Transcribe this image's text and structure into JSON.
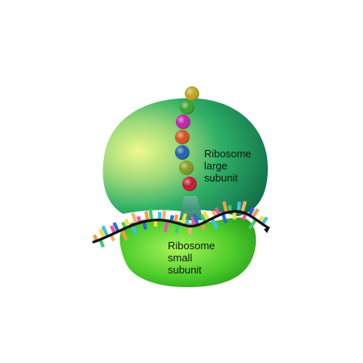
{
  "diagram": {
    "large_subunit_label": [
      "Ribosome",
      "large",
      "subunit"
    ],
    "small_subunit_label": [
      "Ribosome",
      "small",
      "subunit"
    ]
  },
  "colors": {
    "large_subunit_light": "#e9f98a",
    "large_subunit_mid": "#26b062",
    "large_subunit_dark": "#0d6b4a",
    "small_subunit_light": "#9af04a",
    "small_subunit_dark": "#27a21c",
    "tunnel": "#2a9a7a",
    "mrna_strand": "#111111",
    "amino_acid_beads": [
      "#b8a51e",
      "#36a02a",
      "#c01fa8",
      "#d1501a",
      "#1e5fa8",
      "#7e9a1e",
      "#c0162e"
    ],
    "codon_ticks": [
      "#f29a4a",
      "#3ec0e8",
      "#2b6ad8",
      "#f2e03a",
      "#e85a9a",
      "#44c96a",
      "#f5b06a"
    ]
  }
}
